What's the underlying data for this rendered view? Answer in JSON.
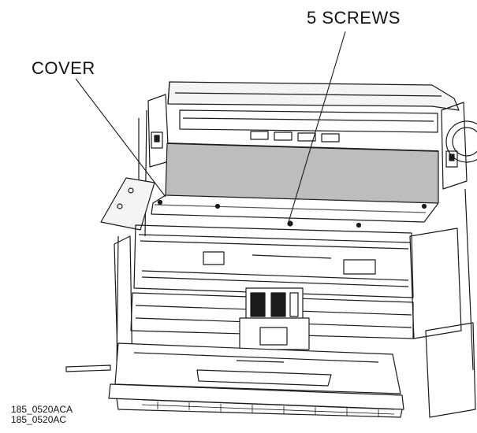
{
  "labels": {
    "cover": "COVER",
    "screws": "5 SCREWS"
  },
  "figure_ids": [
    "185_0520ACA",
    "185_0520AC"
  ],
  "colors": {
    "line": "#1a1a1a",
    "cover_fill": "#bdbdbd",
    "background": "#ffffff"
  }
}
